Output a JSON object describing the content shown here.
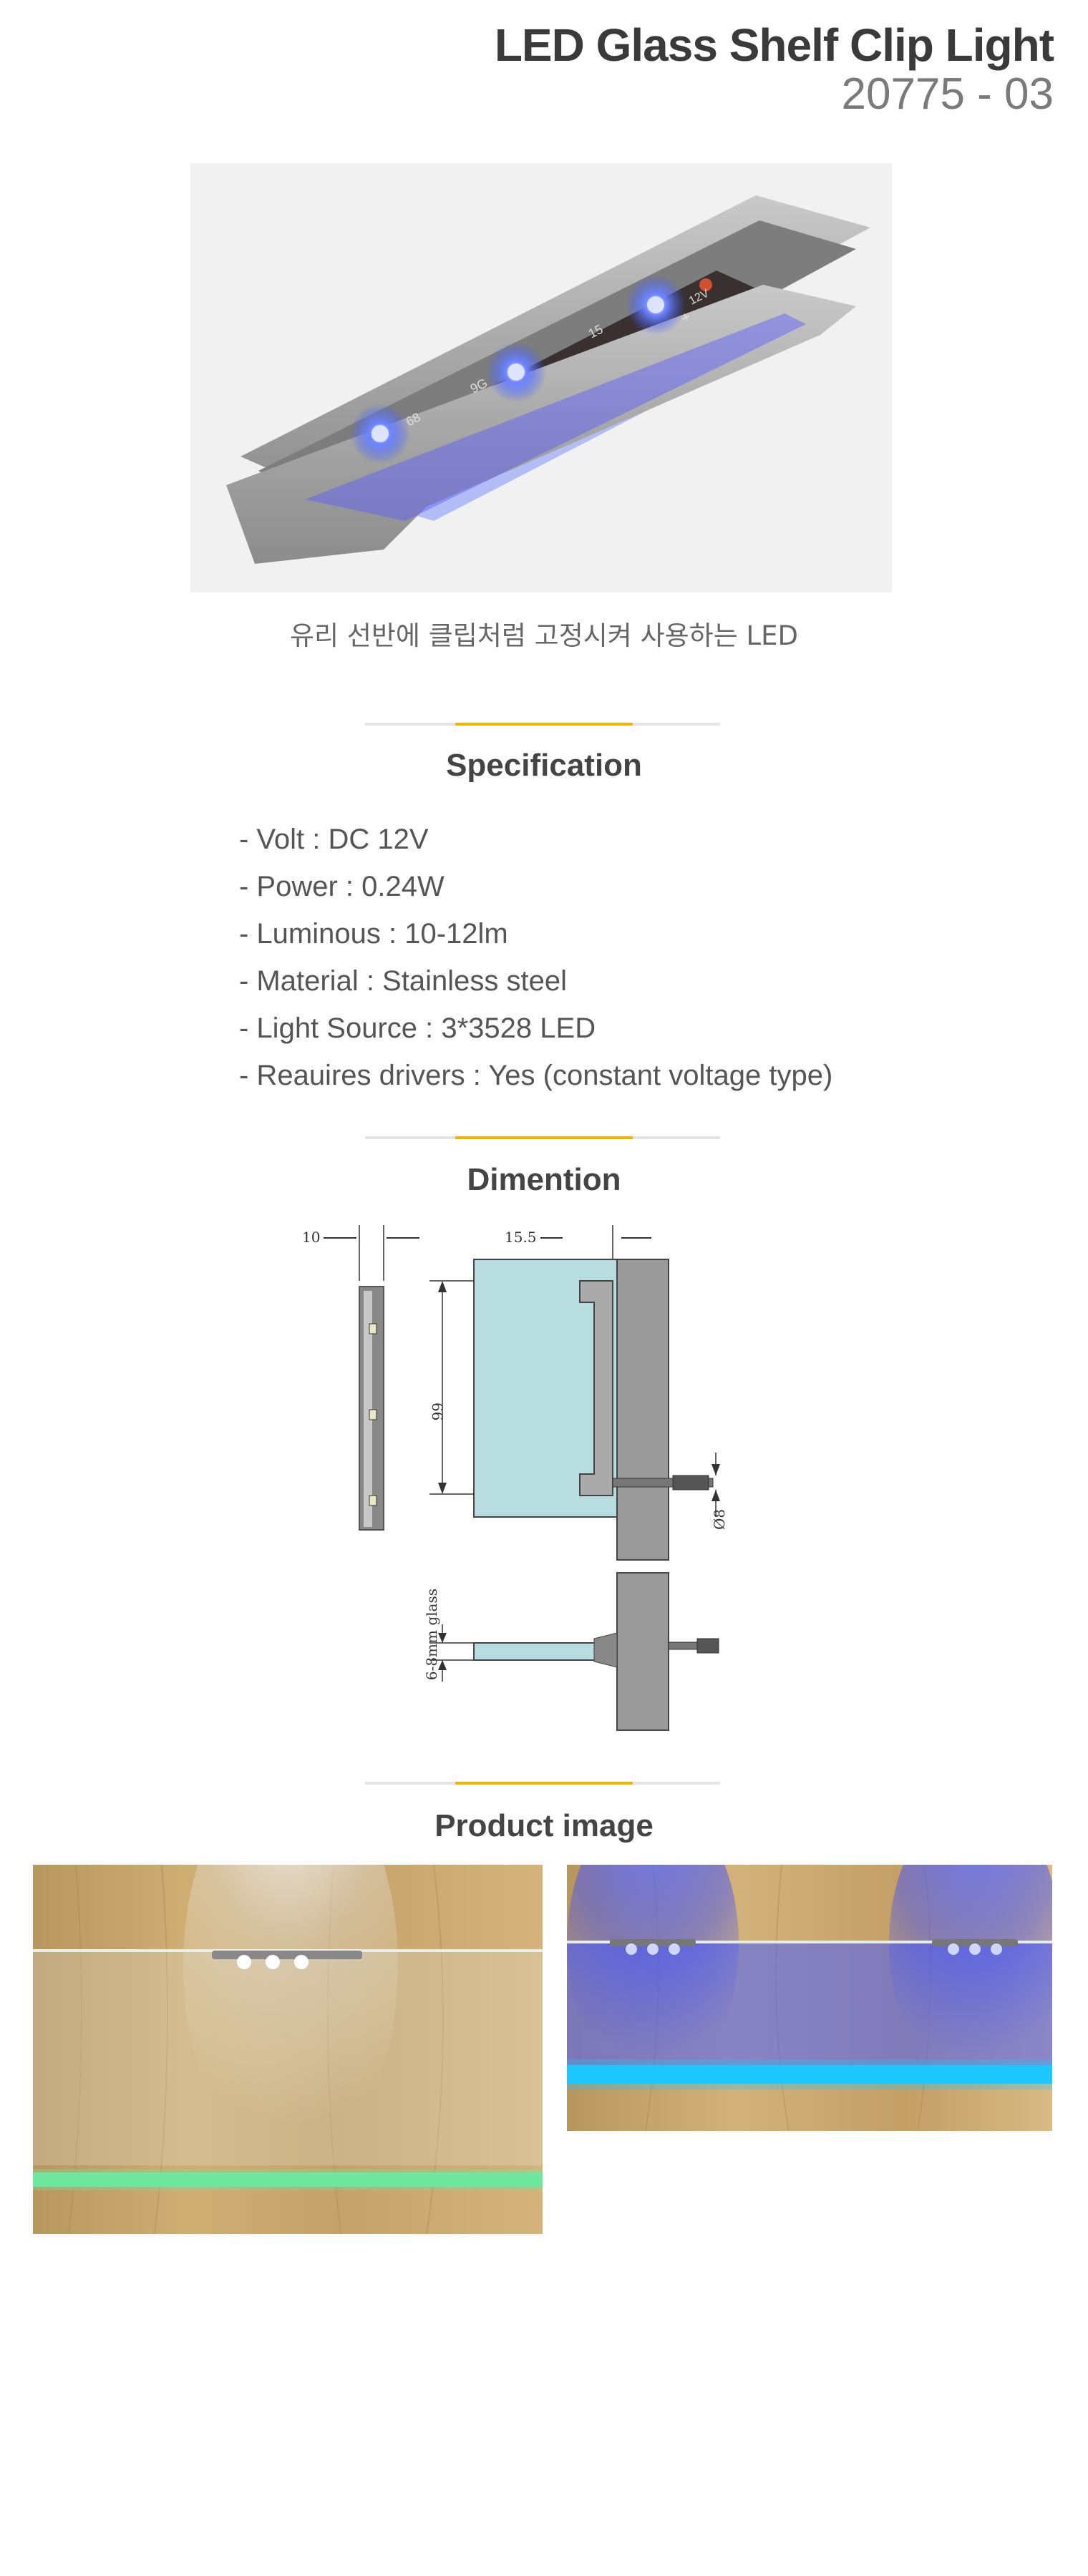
{
  "header": {
    "title": "LED Glass Shelf Clip Light",
    "code": "20775 - 03"
  },
  "hero": {
    "caption": "유리 선반에 클립처럼 고정시켜 사용하는 LED",
    "pcb_labels": [
      "68",
      "9G",
      "15",
      "12V",
      "+"
    ]
  },
  "specification": {
    "title": "Specification",
    "items": [
      "- Volt : DC 12V",
      "- Power : 0.24W",
      "- Luminous : 10-12lm",
      "- Material : Stainless steel",
      "- Light Source : 3*3528 LED",
      "- Reauires drivers : Yes (constant voltage type)"
    ]
  },
  "dimension": {
    "title": "Dimention",
    "labels": {
      "width": "10",
      "depth": "15.5",
      "height": "66",
      "diameter": "Ø8",
      "glass": "6-8mm glass"
    }
  },
  "product_image": {
    "title": "Product image"
  },
  "colors": {
    "accent": "#f0b400",
    "wood": "#c8a66c",
    "led_blue": "#3b5bff",
    "glass_green": "#6fe8a0",
    "glass_blue": "#1ec8ff"
  }
}
